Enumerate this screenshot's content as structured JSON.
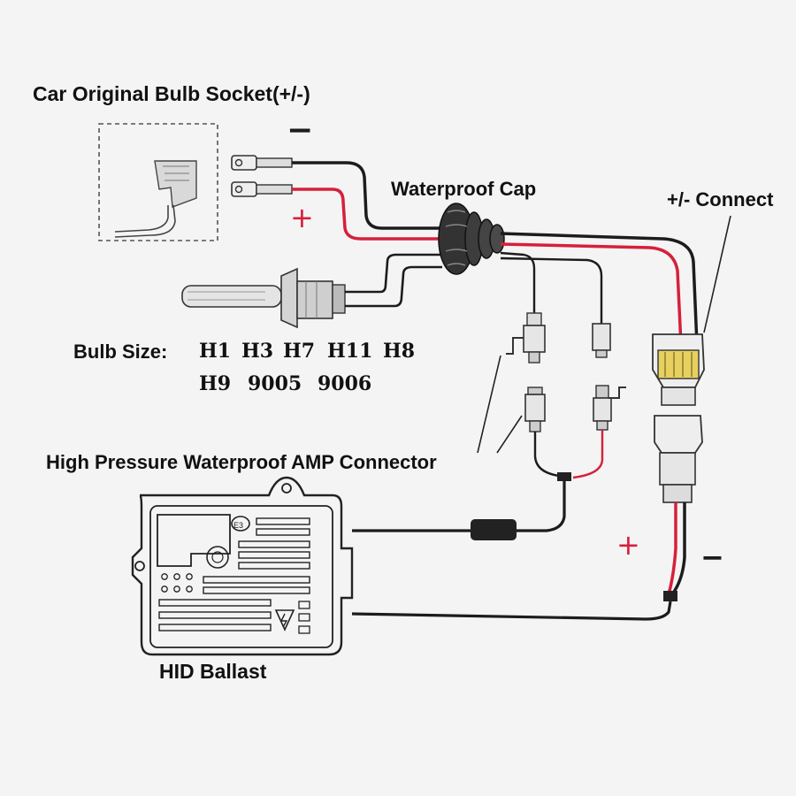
{
  "labels": {
    "socket": "Car Original Bulb Socket(+/-)",
    "waterproof_cap": "Waterproof Cap",
    "connect": "+/- Connect",
    "bulb_size_title": "Bulb Size:",
    "amp_connector": "High Pressure Waterproof AMP Connector",
    "ballast": "HID Ballast",
    "ballast_badge": "E3"
  },
  "bulb_sizes_row1": [
    "H1",
    "H3",
    "H7",
    "H11",
    "H8"
  ],
  "bulb_sizes_row2": [
    "H9",
    "9005",
    "9006"
  ],
  "signs": {
    "socket_negative": "−",
    "socket_positive": "+",
    "output_positive": "+",
    "output_negative": "−"
  },
  "colors": {
    "positive_wire": "#d6203a",
    "negative_wire": "#1c1c1c",
    "background": "#f4f4f4",
    "connector_yellow": "#e8d060"
  }
}
